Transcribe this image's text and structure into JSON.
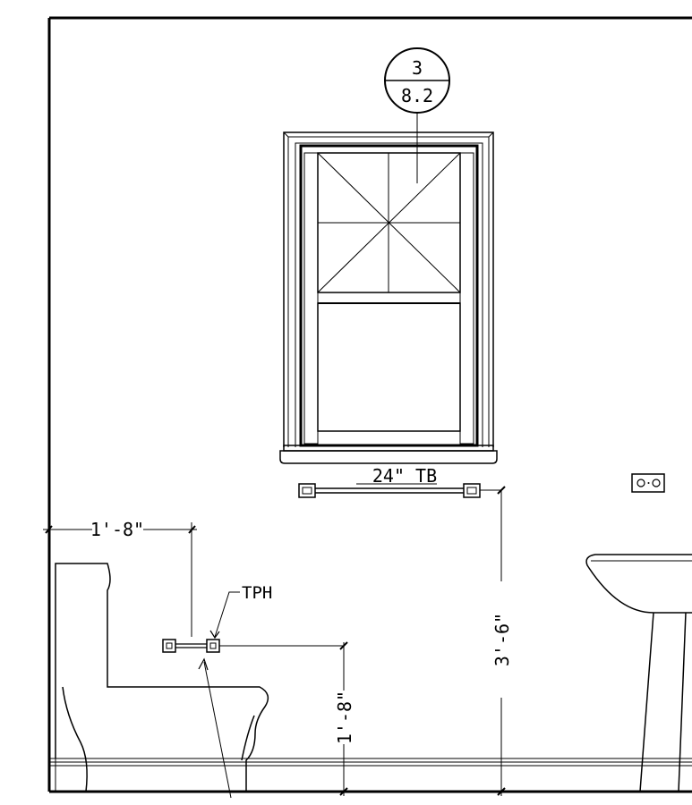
{
  "drawing": {
    "colors": {
      "ink": "#000000",
      "paper": "#ffffff"
    },
    "callout": {
      "number": "3",
      "sheet": "8.2"
    },
    "labels": {
      "towel_bar": "24\" TB",
      "tph": "TPH"
    },
    "dimensions": {
      "tph_offset": "1'-8\"",
      "tb_height": "3'-6\"",
      "tph_height": "1'-8\""
    }
  }
}
